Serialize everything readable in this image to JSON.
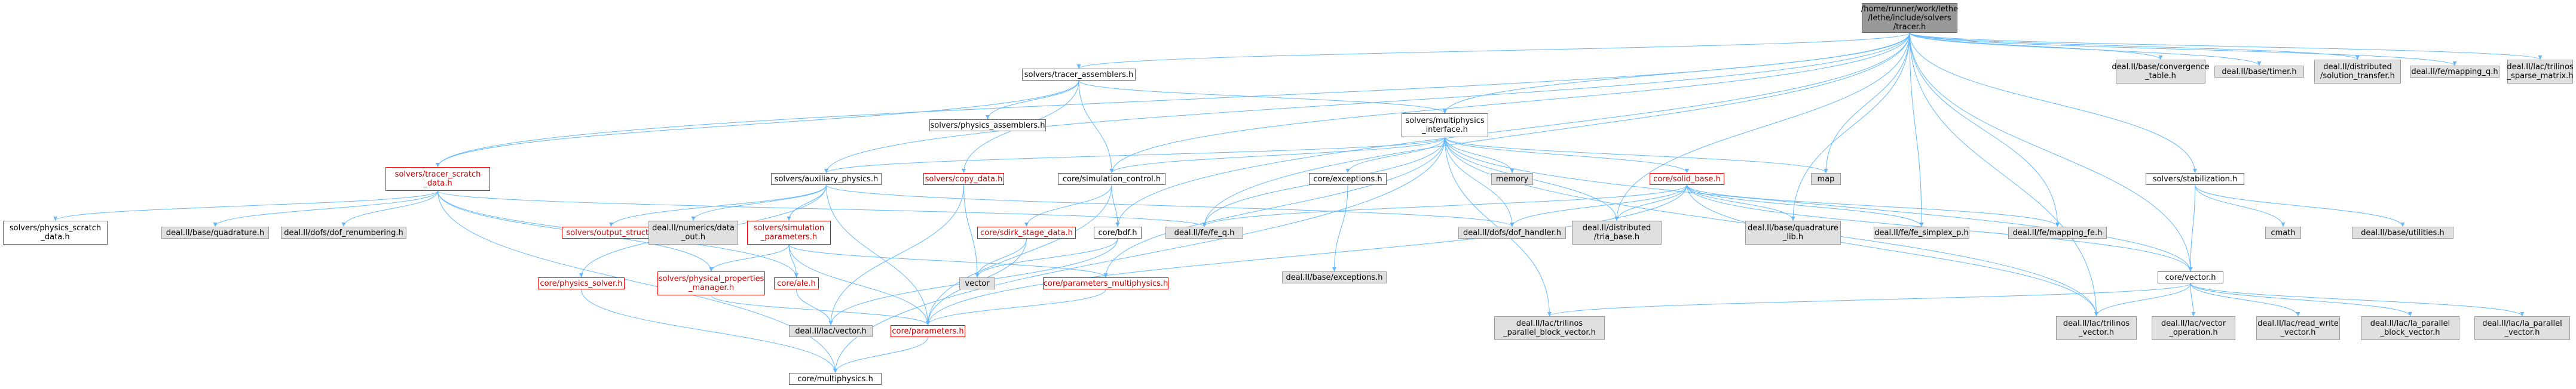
{
  "title": "Include dependency graph",
  "colors": {
    "edge": "#63b8ff",
    "edge_alt": "#666666",
    "node_border": "#666666",
    "node_external_bg": "#e0e0e0",
    "node_root_bg": "#999999",
    "node_red_border": "#ff0000"
  },
  "nodes": [
    {
      "id": "root",
      "label": "/home/runner/work/lethe\n/lethe/include/solvers\n/tracer.h",
      "kind": "root"
    },
    {
      "id": "conv_table",
      "label": "deal.II/base/convergence\n_table.h",
      "kind": "external"
    },
    {
      "id": "timer",
      "label": "deal.II/base/timer.h",
      "kind": "external"
    },
    {
      "id": "sol_transfer",
      "label": "deal.II/distributed\n/solution_transfer.h",
      "kind": "external"
    },
    {
      "id": "mapping_q",
      "label": "deal.II/fe/mapping_q.h",
      "kind": "external"
    },
    {
      "id": "trilinos_sparse",
      "label": "deal.II/lac/trilinos\n_sparse_matrix.h",
      "kind": "external"
    },
    {
      "id": "tracer_assemblers",
      "label": "solvers/tracer_assemblers.h",
      "kind": "normal"
    },
    {
      "id": "physics_assemblers",
      "label": "solvers/physics_assemblers.h",
      "kind": "normal"
    },
    {
      "id": "multiphysics_interface",
      "label": "solvers/multiphysics\n_interface.h",
      "kind": "normal"
    },
    {
      "id": "tracer_scratch",
      "label": "solvers/tracer_scratch\n_data.h",
      "kind": "red"
    },
    {
      "id": "physics_scratch",
      "label": "solvers/physics_scratch\n_data.h",
      "kind": "normal"
    },
    {
      "id": "quadrature",
      "label": "deal.II/base/quadrature.h",
      "kind": "external"
    },
    {
      "id": "dof_renumbering",
      "label": "deal.II/dofs/dof_renumbering.h",
      "kind": "external"
    },
    {
      "id": "aux_physics",
      "label": "solvers/auxiliary_physics.h",
      "kind": "normal"
    },
    {
      "id": "copy_data",
      "label": "solvers/copy_data.h",
      "kind": "red"
    },
    {
      "id": "sim_control",
      "label": "core/simulation_control.h",
      "kind": "normal"
    },
    {
      "id": "memory",
      "label": "memory",
      "kind": "external"
    },
    {
      "id": "map",
      "label": "map",
      "kind": "external"
    },
    {
      "id": "stabilization",
      "label": "solvers/stabilization.h",
      "kind": "normal"
    },
    {
      "id": "exceptions",
      "label": "core/exceptions.h",
      "kind": "normal"
    },
    {
      "id": "solid_base",
      "label": "core/solid_base.h",
      "kind": "red"
    },
    {
      "id": "output_struct",
      "label": "solvers/output_struct.h",
      "kind": "red"
    },
    {
      "id": "numerics_data_out",
      "label": "deal.II/numerics/data\n_out.h",
      "kind": "external"
    },
    {
      "id": "sim_params",
      "label": "solvers/simulation\n_parameters.h",
      "kind": "red"
    },
    {
      "id": "sdirk",
      "label": "core/sdirk_stage_data.h",
      "kind": "red"
    },
    {
      "id": "bdf",
      "label": "core/bdf.h",
      "kind": "normal"
    },
    {
      "id": "fe_q",
      "label": "deal.II/fe/fe_q.h",
      "kind": "external"
    },
    {
      "id": "dof_handler",
      "label": "deal.II/dofs/dof_handler.h",
      "kind": "external"
    },
    {
      "id": "tria_base",
      "label": "deal.II/distributed\n/tria_base.h",
      "kind": "external"
    },
    {
      "id": "base_exceptions",
      "label": "deal.II/base/exceptions.h",
      "kind": "external"
    },
    {
      "id": "quadrature_lib",
      "label": "deal.II/base/quadrature\n_lib.h",
      "kind": "external"
    },
    {
      "id": "fe_simplex",
      "label": "deal.II/fe/fe_simplex_p.h",
      "kind": "external"
    },
    {
      "id": "mapping_fe",
      "label": "deal.II/fe/mapping_fe.h",
      "kind": "external"
    },
    {
      "id": "core_vector",
      "label": "core/vector.h",
      "kind": "normal"
    },
    {
      "id": "cmath",
      "label": "cmath",
      "kind": "external"
    },
    {
      "id": "base_utilities",
      "label": "deal.II/base/utilities.h",
      "kind": "external"
    },
    {
      "id": "physics_solver",
      "label": "core/physics_solver.h",
      "kind": "red"
    },
    {
      "id": "phys_prop_mgr",
      "label": "solvers/physical_properties\n_manager.h",
      "kind": "red"
    },
    {
      "id": "core_ale",
      "label": "core/ale.h",
      "kind": "red"
    },
    {
      "id": "vector_std",
      "label": "vector",
      "kind": "external"
    },
    {
      "id": "params_multiphysics",
      "label": "core/parameters_multiphysics.h",
      "kind": "red"
    },
    {
      "id": "trilinos_block",
      "label": "deal.II/lac/trilinos\n_parallel_block_vector.h",
      "kind": "external"
    },
    {
      "id": "lac_vector",
      "label": "deal.II/lac/vector.h",
      "kind": "external"
    },
    {
      "id": "core_params",
      "label": "core/parameters.h",
      "kind": "red"
    },
    {
      "id": "trilinos_vector",
      "label": "deal.II/lac/trilinos\n_vector.h",
      "kind": "external"
    },
    {
      "id": "vector_operation",
      "label": "deal.II/lac/vector\n_operation.h",
      "kind": "external"
    },
    {
      "id": "read_write_vector",
      "label": "deal.II/lac/read_write\n_vector.h",
      "kind": "external"
    },
    {
      "id": "la_par_block",
      "label": "deal.II/lac/la_parallel\n_block_vector.h",
      "kind": "external"
    },
    {
      "id": "la_par_vector",
      "label": "deal.II/lac/la_parallel\n_vector.h",
      "kind": "external"
    },
    {
      "id": "core_multiphysics",
      "label": "core/multiphysics.h",
      "kind": "normal"
    }
  ],
  "edges": [
    [
      "root",
      "conv_table"
    ],
    [
      "root",
      "timer"
    ],
    [
      "root",
      "sol_transfer"
    ],
    [
      "root",
      "mapping_q"
    ],
    [
      "root",
      "trilinos_sparse"
    ],
    [
      "root",
      "tracer_assemblers"
    ],
    [
      "root",
      "multiphysics_interface"
    ],
    [
      "root",
      "tracer_scratch"
    ],
    [
      "root",
      "aux_physics"
    ],
    [
      "root",
      "sim_control"
    ],
    [
      "root",
      "map"
    ],
    [
      "root",
      "stabilization"
    ],
    [
      "root",
      "fe_q"
    ],
    [
      "root",
      "tria_base"
    ],
    [
      "root",
      "quadrature_lib"
    ],
    [
      "root",
      "fe_simplex"
    ],
    [
      "root",
      "mapping_fe"
    ],
    [
      "root",
      "core_vector"
    ],
    [
      "root",
      "trilinos_vector"
    ],
    [
      "root",
      "bdf"
    ],
    [
      "tracer_assemblers",
      "physics_assemblers"
    ],
    [
      "tracer_assemblers",
      "tracer_scratch"
    ],
    [
      "tracer_assemblers",
      "copy_data"
    ],
    [
      "tracer_assemblers",
      "sim_control"
    ],
    [
      "tracer_assemblers",
      "multiphysics_interface"
    ],
    [
      "multiphysics_interface",
      "aux_physics"
    ],
    [
      "multiphysics_interface",
      "sim_control"
    ],
    [
      "multiphysics_interface",
      "exceptions"
    ],
    [
      "multiphysics_interface",
      "memory"
    ],
    [
      "multiphysics_interface",
      "map"
    ],
    [
      "multiphysics_interface",
      "solid_base"
    ],
    [
      "multiphysics_interface",
      "dof_handler"
    ],
    [
      "multiphysics_interface",
      "tria_base"
    ],
    [
      "multiphysics_interface",
      "core_vector"
    ],
    [
      "multiphysics_interface",
      "trilinos_block"
    ],
    [
      "multiphysics_interface",
      "trilinos_vector"
    ],
    [
      "multiphysics_interface",
      "fe_q"
    ],
    [
      "multiphysics_interface",
      "params_multiphysics"
    ],
    [
      "multiphysics_interface",
      "core_multiphysics"
    ],
    [
      "tracer_scratch",
      "physics_scratch"
    ],
    [
      "tracer_scratch",
      "quadrature"
    ],
    [
      "tracer_scratch",
      "dof_renumbering"
    ],
    [
      "tracer_scratch",
      "fe_q"
    ],
    [
      "tracer_scratch",
      "phys_prop_mgr"
    ],
    [
      "tracer_scratch",
      "core_ale"
    ],
    [
      "tracer_scratch",
      "core_multiphysics"
    ],
    [
      "aux_physics",
      "output_struct"
    ],
    [
      "aux_physics",
      "numerics_data_out"
    ],
    [
      "aux_physics",
      "sim_params"
    ],
    [
      "aux_physics",
      "physics_solver"
    ],
    [
      "aux_physics",
      "dof_handler"
    ],
    [
      "aux_physics",
      "core_params"
    ],
    [
      "copy_data",
      "vector_std"
    ],
    [
      "copy_data",
      "lac_vector"
    ],
    [
      "sim_control",
      "bdf"
    ],
    [
      "sim_control",
      "sdirk"
    ],
    [
      "sim_control",
      "core_params"
    ],
    [
      "exceptions",
      "base_exceptions"
    ],
    [
      "solid_base",
      "dof_handler"
    ],
    [
      "solid_base",
      "tria_base"
    ],
    [
      "solid_base",
      "quadrature_lib"
    ],
    [
      "solid_base",
      "fe_simplex"
    ],
    [
      "solid_base",
      "mapping_fe"
    ],
    [
      "solid_base",
      "core_vector"
    ],
    [
      "solid_base",
      "trilinos_vector"
    ],
    [
      "solid_base",
      "core_params"
    ],
    [
      "solid_base",
      "fe_q"
    ],
    [
      "sim_params",
      "phys_prop_mgr"
    ],
    [
      "sim_params",
      "core_ale"
    ],
    [
      "sim_params",
      "params_multiphysics"
    ],
    [
      "sim_params",
      "core_params"
    ],
    [
      "sdirk",
      "vector_std"
    ],
    [
      "sdirk",
      "core_params"
    ],
    [
      "bdf",
      "vector_std"
    ],
    [
      "bdf",
      "lac_vector"
    ],
    [
      "stabilization",
      "core_vector"
    ],
    [
      "stabilization",
      "cmath"
    ],
    [
      "stabilization",
      "base_utilities"
    ],
    [
      "core_vector",
      "trilinos_block"
    ],
    [
      "core_vector",
      "trilinos_vector"
    ],
    [
      "core_vector",
      "vector_operation"
    ],
    [
      "core_vector",
      "read_write_vector"
    ],
    [
      "core_vector",
      "la_par_block"
    ],
    [
      "core_vector",
      "la_par_vector"
    ],
    [
      "physics_solver",
      "core_multiphysics"
    ],
    [
      "phys_prop_mgr",
      "core_params"
    ],
    [
      "core_ale",
      "lac_vector"
    ],
    [
      "params_multiphysics",
      "core_params"
    ],
    [
      "core_params",
      "core_multiphysics"
    ]
  ]
}
